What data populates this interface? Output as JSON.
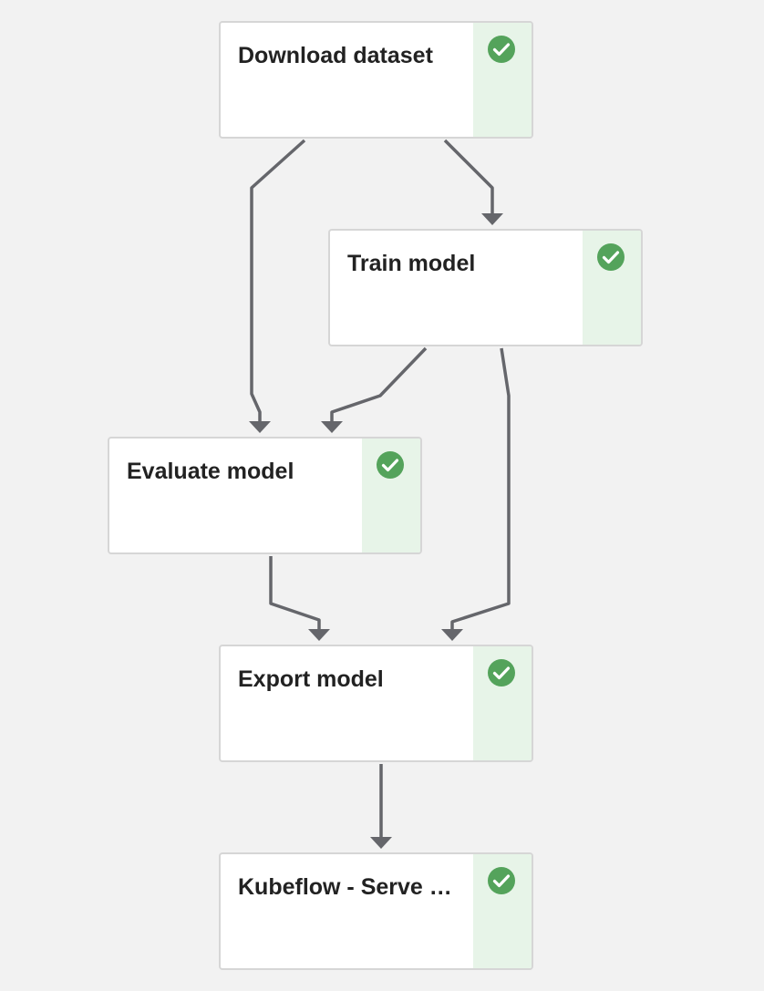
{
  "pipeline": {
    "status_color": "#54a35b",
    "edge_color": "#65666b",
    "nodes": [
      {
        "id": "download",
        "label": "Download dataset",
        "status": "succeeded",
        "icon": "check-circle-icon"
      },
      {
        "id": "train",
        "label": "Train model",
        "status": "succeeded",
        "icon": "check-circle-icon"
      },
      {
        "id": "evaluate",
        "label": "Evaluate model",
        "status": "succeeded",
        "icon": "check-circle-icon"
      },
      {
        "id": "export",
        "label": "Export model",
        "status": "succeeded",
        "icon": "check-circle-icon"
      },
      {
        "id": "serve",
        "label": "Kubeflow - Serve …",
        "status": "succeeded",
        "icon": "check-circle-icon"
      }
    ],
    "edges": [
      {
        "from": "download",
        "to": "evaluate"
      },
      {
        "from": "download",
        "to": "train"
      },
      {
        "from": "train",
        "to": "evaluate"
      },
      {
        "from": "train",
        "to": "export"
      },
      {
        "from": "evaluate",
        "to": "export"
      },
      {
        "from": "export",
        "to": "serve"
      }
    ]
  }
}
